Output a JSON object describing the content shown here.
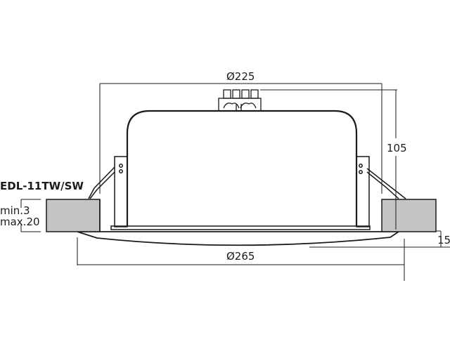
{
  "diagram": {
    "type": "technical-dimension-drawing",
    "subject": "ceiling speaker installation cross-section",
    "model_label": "EDL-11TW/SW",
    "dimensions": {
      "top_diameter": "Ø225",
      "bottom_diameter": "Ø265",
      "height": "105",
      "flange": "15",
      "ceiling_thickness_min": "min.3",
      "ceiling_thickness_max": "max.20"
    },
    "colors": {
      "line": "#1a1a1a",
      "ceiling_fill": "#c4c4c4",
      "background": "#ffffff"
    }
  }
}
